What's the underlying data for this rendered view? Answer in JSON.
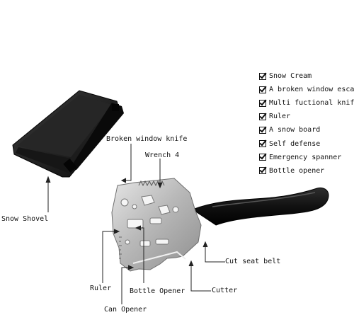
{
  "labels": {
    "snow_shovel": "Snow Shovel",
    "broken_window_knife": "Broken window knife",
    "wrench_4": "Wrench 4",
    "cut_seat_belt": "Cut seat belt",
    "ruler": "Ruler",
    "bottle_opener": "Bottle Opener",
    "cutter": "Cutter",
    "can_opener": "Can Opener"
  },
  "features": [
    {
      "label": "Snow Cream",
      "checked": true
    },
    {
      "label": "A broken window escape",
      "checked": true
    },
    {
      "label": "Multi fuctional knife",
      "checked": true
    },
    {
      "label": "Ruler",
      "checked": true
    },
    {
      "label": "A snow board",
      "checked": true
    },
    {
      "label": "Self defense",
      "checked": true
    },
    {
      "label": "Emergency spanner",
      "checked": true
    },
    {
      "label": "Bottle opener",
      "checked": true
    }
  ]
}
